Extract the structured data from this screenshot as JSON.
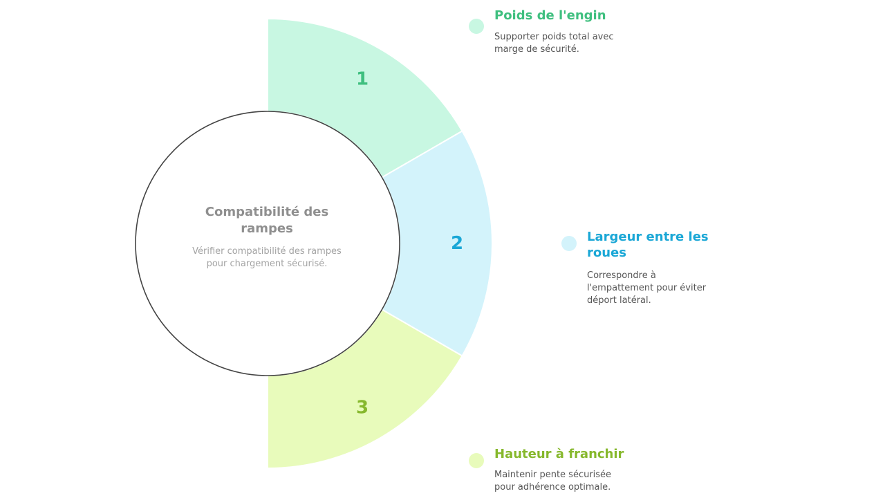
{
  "center": {
    "title": "Compatibilité des rampes",
    "description": "Vérifier compatibilité des rampes pour chargement sécurisé."
  },
  "items": [
    {
      "number": "1",
      "title": "Poids de l'engin",
      "description": "Supporter poids total avec marge de sécurité.",
      "fill": "#c8f7e2",
      "accent": "#3fbf7f"
    },
    {
      "number": "2",
      "title": "Largeur entre les roues",
      "description": "Correspondre à l'empattement pour éviter déport latéral.",
      "fill": "#d3f3fb",
      "accent": "#1aa7d6"
    },
    {
      "number": "3",
      "title": "Hauteur à franchir",
      "description": "Maintenir pente sécurisée pour adhérence optimale.",
      "fill": "#e8fbbb",
      "accent": "#86b82c"
    }
  ]
}
